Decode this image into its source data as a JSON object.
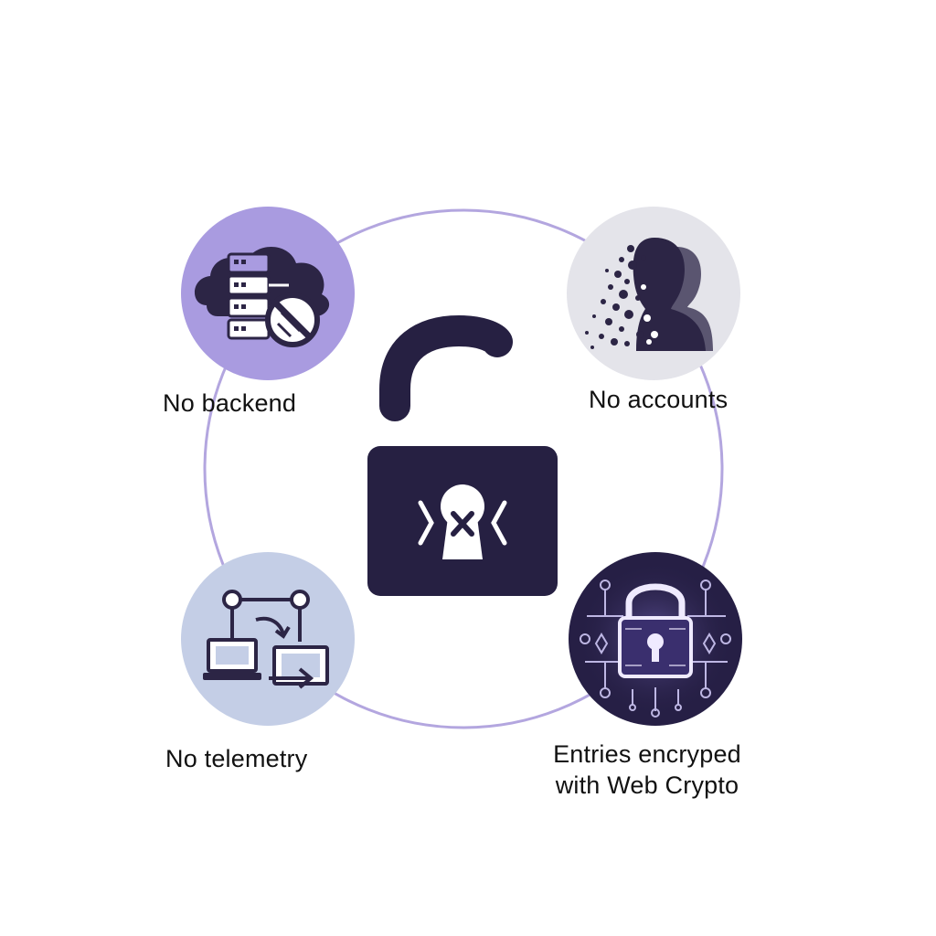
{
  "diagram": {
    "features": [
      {
        "id": "backend",
        "label": "No backend",
        "icon": "no-server-cloud-icon"
      },
      {
        "id": "accounts",
        "label": "No accounts",
        "icon": "dissolving-user-icon"
      },
      {
        "id": "telemetry",
        "label": "No telemetry",
        "icon": "no-data-transfer-icon"
      },
      {
        "id": "crypto",
        "label": "Entries encryped with Web Crypto",
        "icon": "circuit-lock-icon"
      }
    ],
    "center_icon": "unlocked-padlock-icon",
    "colors": {
      "accent_purple": "#a99be0",
      "ring": "#b3a6df",
      "dark_navy": "#261f45",
      "icon_dark": "#2c2545",
      "light_gray": "#e4e4ea",
      "light_blue": "#c4cee6"
    }
  }
}
